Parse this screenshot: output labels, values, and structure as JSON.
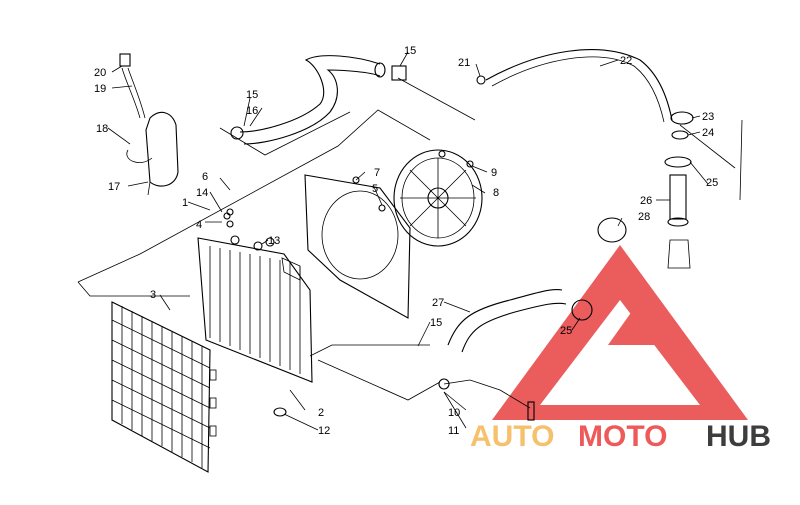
{
  "diagram": {
    "part_numbers": [
      "1",
      "2",
      "3",
      "4",
      "5",
      "6",
      "7",
      "8",
      "9",
      "10",
      "11",
      "12",
      "13",
      "14",
      "15",
      "15",
      "15",
      "16",
      "17",
      "18",
      "19",
      "20",
      "21",
      "22",
      "23",
      "24",
      "25",
      "25",
      "26",
      "27",
      "28"
    ]
  },
  "watermark": {
    "part1": "AUTO",
    "part2": "MOTO",
    "part3": "HUB",
    "colors": {
      "auto": "#f5c16c",
      "moto": "#ee5a5a",
      "hub": "#3d3d3d",
      "triangle": "#e84040"
    }
  }
}
